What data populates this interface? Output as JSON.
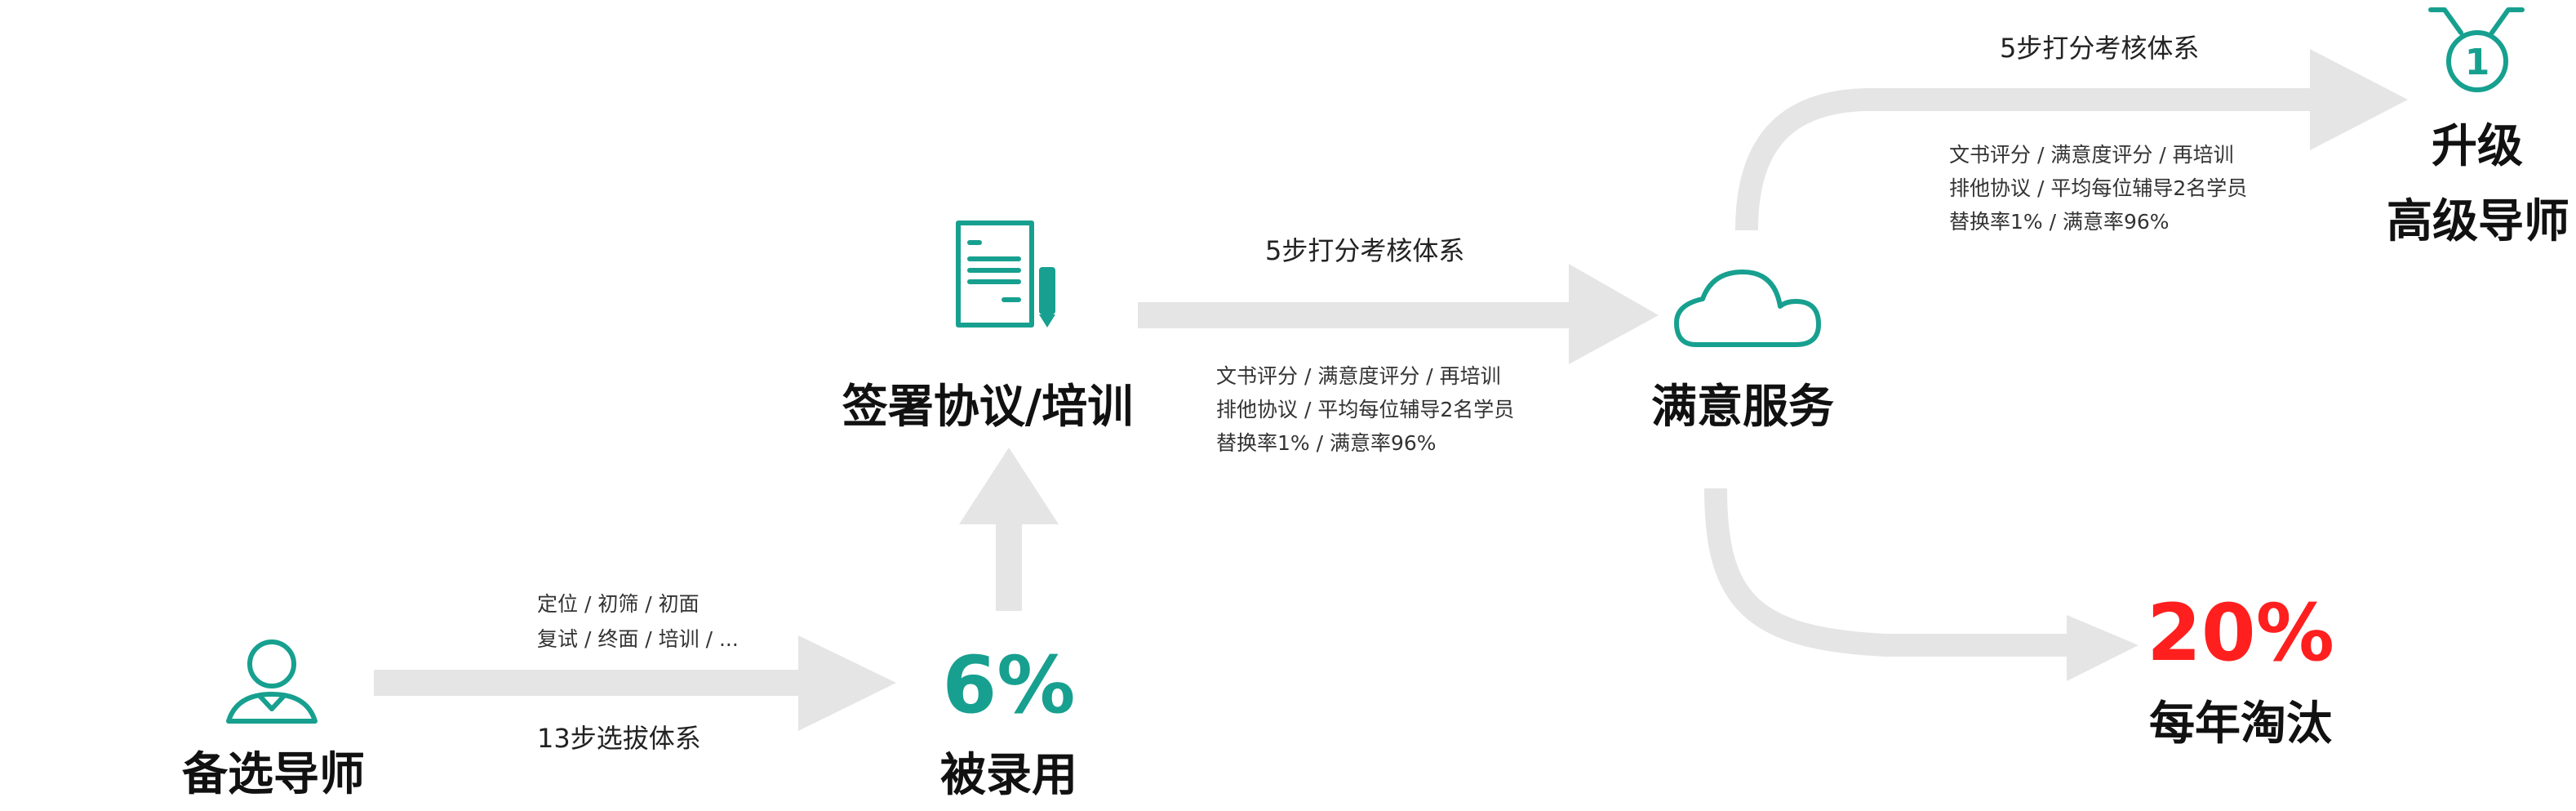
{
  "colors": {
    "accent": "#17a08f",
    "danger": "#ff1f1f",
    "arrow": "#e5e5e5",
    "text": "#111111"
  },
  "icons": {
    "person": "person-icon",
    "document": "document-icon",
    "cloud": "cloud-icon",
    "medal": "medal-icon"
  },
  "nodes": {
    "candidate_title": "备选导师",
    "hired_percent": "6%",
    "hired_title": "被录用",
    "training_title": "签署协议/培训",
    "service_title": "满意服务",
    "upgrade_title_line1": "升级",
    "upgrade_title_line2": "高级导师",
    "medal_number": "1",
    "eliminate_percent": "20%",
    "eliminate_title": "每年淘汰"
  },
  "flows": {
    "selection": {
      "detail_line1": "定位 / 初筛 / 初面",
      "detail_line2": "复试 / 终面 / 培训 / ...",
      "label": "13步选拔体系"
    },
    "service": {
      "label": "5步打分考核体系",
      "detail_line1": "文书评分 / 满意度评分 / 再培训",
      "detail_line2": "排他协议 / 平均每位辅导2名学员",
      "detail_line3": "替换率1% / 满意率96%"
    },
    "upgrade": {
      "label": "5步打分考核体系",
      "detail_line1": "文书评分 / 满意度评分 / 再培训",
      "detail_line2": "排他协议 / 平均每位辅导2名学员",
      "detail_line3": "替换率1% / 满意率96%"
    }
  }
}
